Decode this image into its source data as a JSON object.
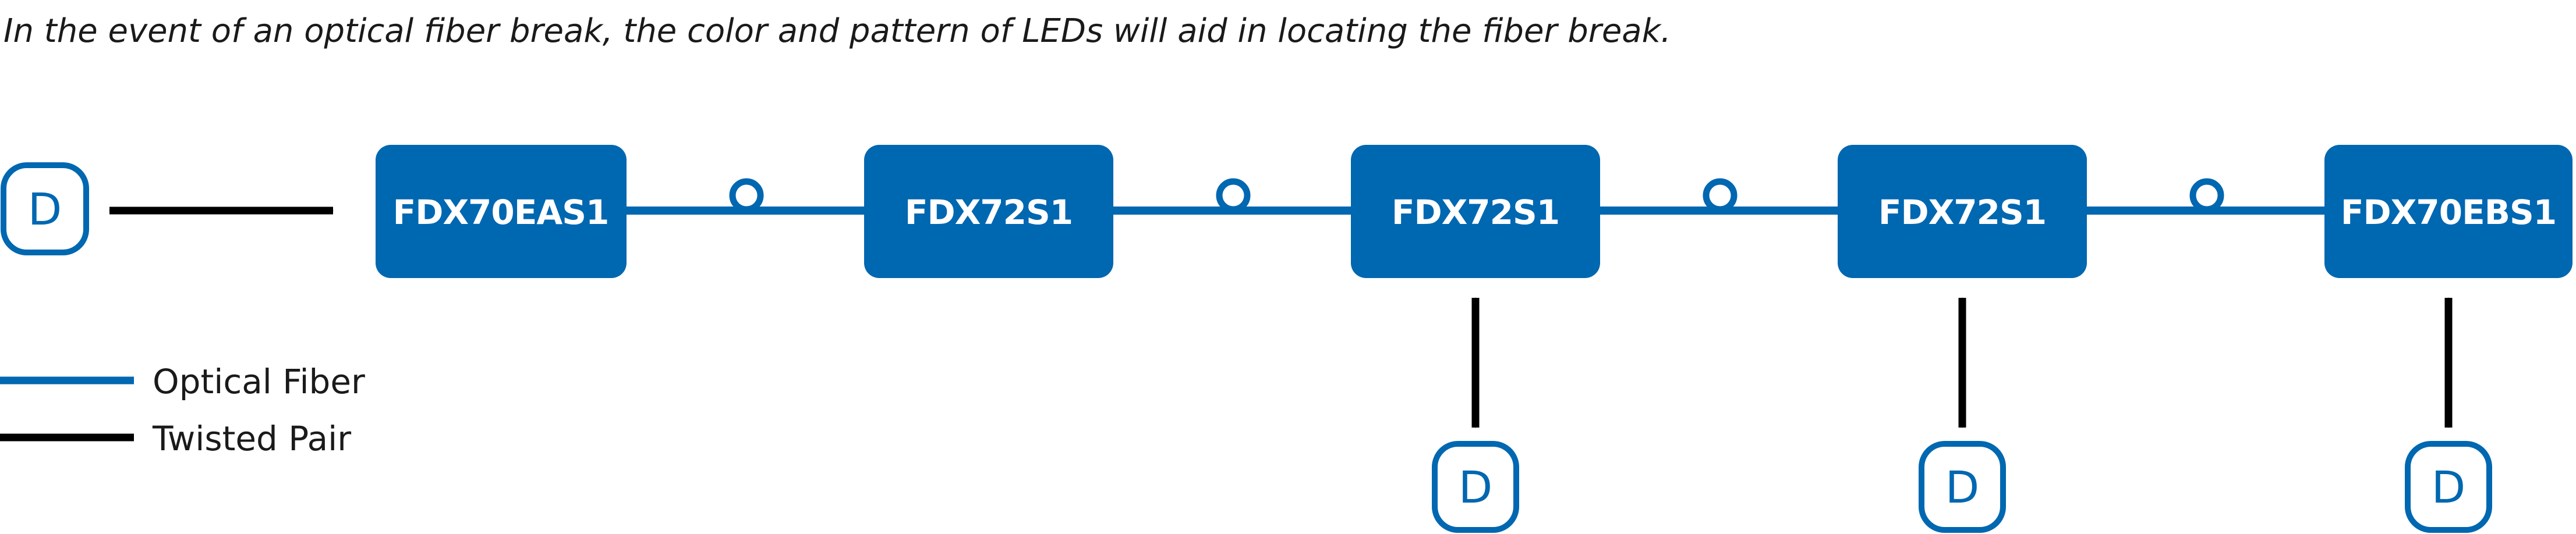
{
  "caption": "In the event of an optical fiber break, the color and pattern of LEDs will aid in locating the fiber break.",
  "colors": {
    "brand_blue": "#0067B1",
    "link_black": "#000000",
    "caption_text": "#1a1a1a",
    "node_text": "#ffffff",
    "background": "#ffffff"
  },
  "nodes": [
    {
      "label": "FDX70EAS1"
    },
    {
      "label": "FDX72S1"
    },
    {
      "label": "FDX72S1"
    },
    {
      "label": "FDX72S1"
    },
    {
      "label": "FDX70EBS1"
    }
  ],
  "devices": [
    {
      "letter": "D"
    },
    {
      "letter": "D"
    },
    {
      "letter": "D"
    },
    {
      "letter": "D"
    }
  ],
  "legend": {
    "optical_fiber": "Optical Fiber",
    "twisted_pair": "Twisted Pair"
  },
  "icons": {
    "link_indicator": "led-ring-icon",
    "connection_arrow": "double-headed-arrow-icon"
  }
}
